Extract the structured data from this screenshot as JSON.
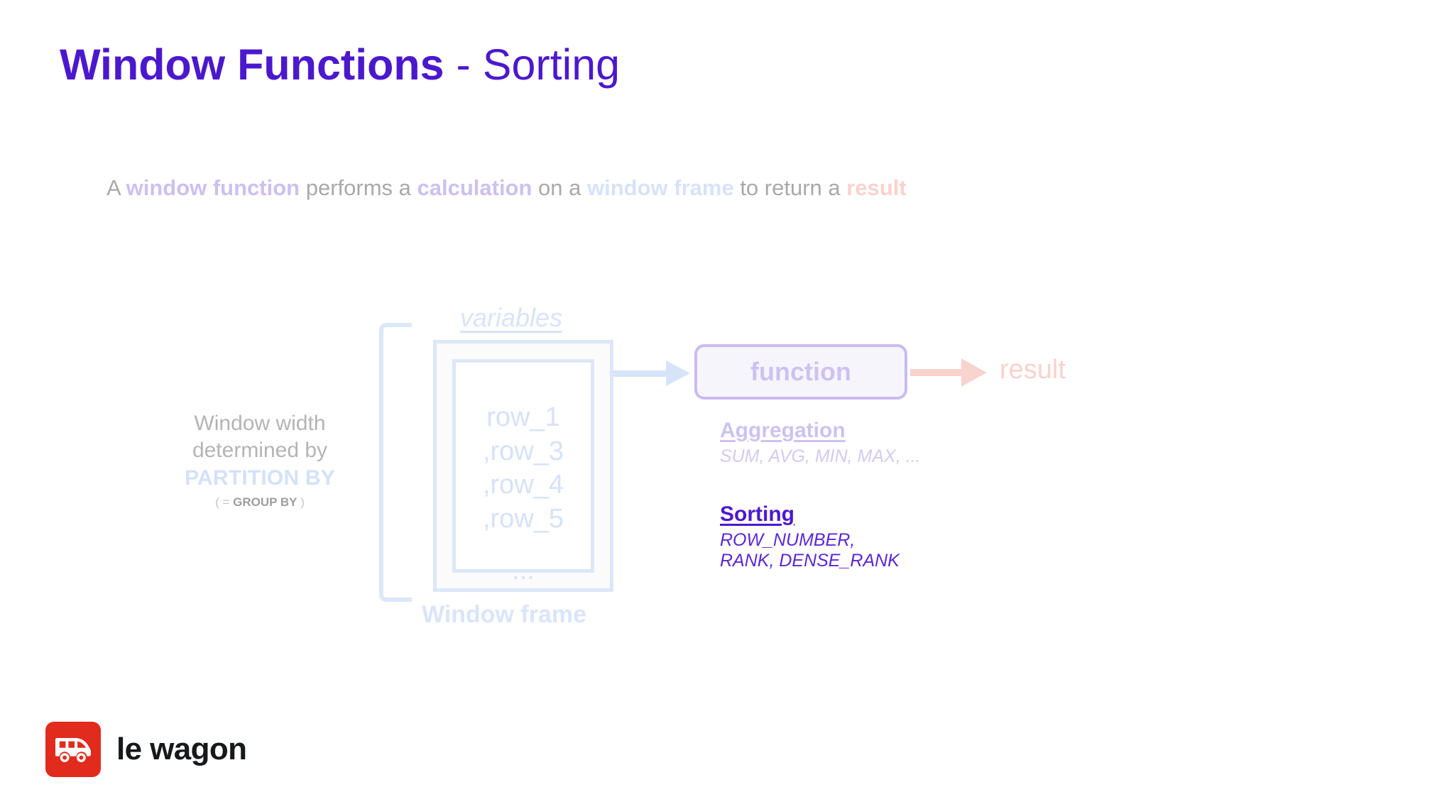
{
  "title": {
    "strong": "Window Functions",
    "light": " - Sorting"
  },
  "subtitle": {
    "p0": "A ",
    "k1": "window function",
    "p1": " performs a ",
    "k2": "calculation",
    "p2": " on a ",
    "k3": "window frame",
    "p3": " to return a ",
    "k4": "result"
  },
  "diagram": {
    "variables_label": "variables",
    "rows": [
      "row_1",
      ",row_3",
      ",row_4",
      ",row_5"
    ],
    "rows_ellipsis": "...",
    "window_frame_label": "Window frame",
    "partition": {
      "line1": "Window width",
      "line2": "determined by",
      "strong": "PARTITION BY",
      "small_prefix": "( = ",
      "small_strong": "GROUP BY",
      "small_suffix": " )"
    },
    "function_label": "function",
    "result_label": "result",
    "aggregation": {
      "heading": "Aggregation",
      "examples": "SUM, AVG, MIN, MAX, ..."
    },
    "sorting": {
      "heading": "Sorting",
      "examples_line1": "ROW_NUMBER,",
      "examples_line2": "RANK, DENSE_RANK"
    }
  },
  "footer": {
    "brand": "le wagon"
  },
  "colors": {
    "brand_purple": "#4B18CE",
    "accent_purple_light": "#CDC0F0",
    "accent_blue_light": "#D7E3F9",
    "accent_pink_light": "#FAD2CD",
    "logo_red": "#E02B1D",
    "text_grey": "#A9A9A9"
  }
}
